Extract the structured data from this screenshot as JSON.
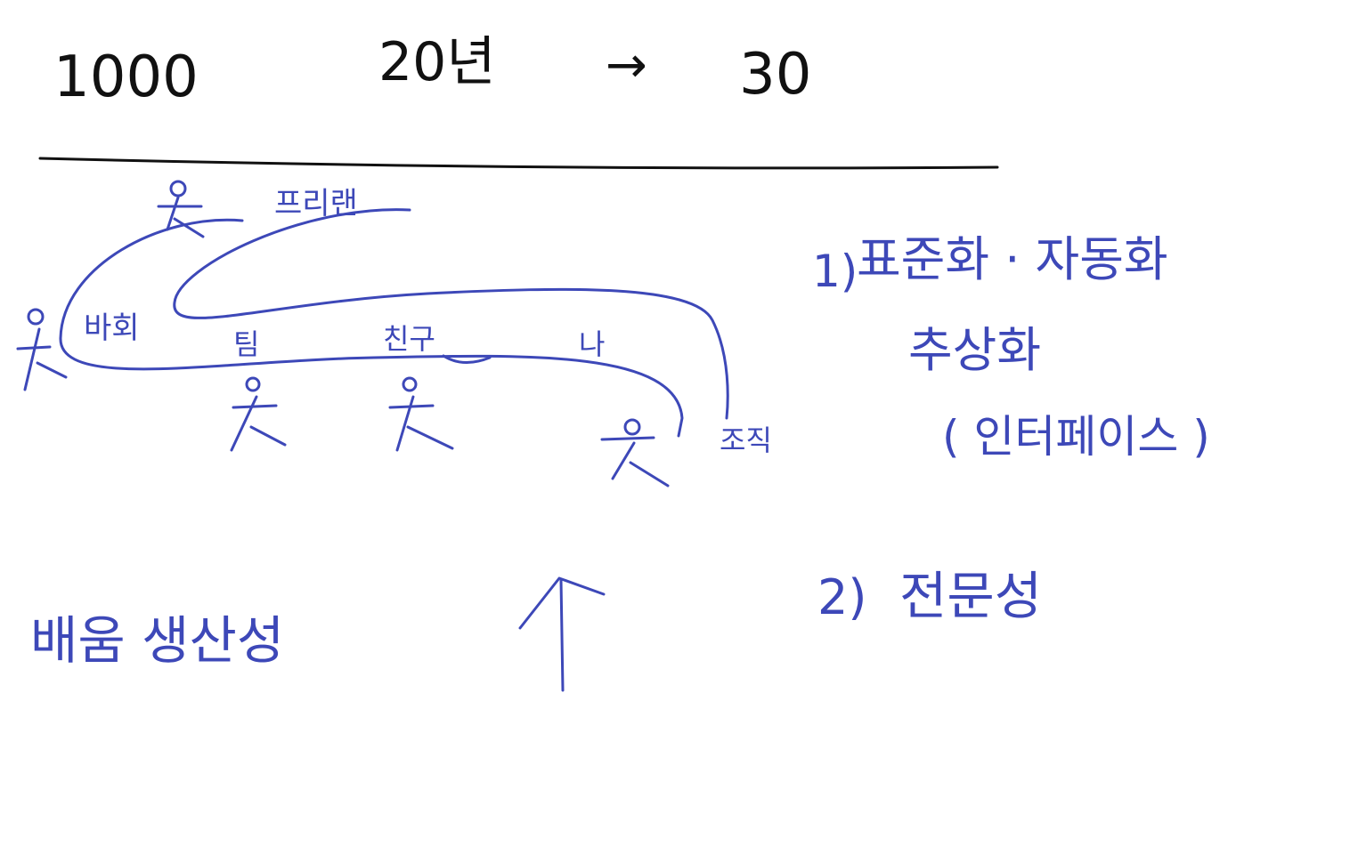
{
  "canvas": {
    "background": "#ffffff"
  },
  "colors": {
    "black_ink": "#111111",
    "blue_ink": "#3d48b8"
  },
  "top_note": {
    "value": "1000",
    "duration": "20년",
    "arrow": "→",
    "result": "30"
  },
  "diagram": {
    "freelancer_label": "프리랜",
    "client_label": "바회",
    "people": [
      {
        "label": "팀"
      },
      {
        "label": "친구"
      },
      {
        "label": "나"
      },
      {
        "label": "조직"
      }
    ]
  },
  "bottom_note": {
    "text": "배움 생산성",
    "arrow": "↑"
  },
  "right_notes": {
    "item1_number": "1)",
    "item1_line1": "표준화 · 자동화",
    "item1_line2": "추상화",
    "item1_line3": "( 인터페이스 )",
    "item2_number": "2)",
    "item2_text": "전문성"
  }
}
